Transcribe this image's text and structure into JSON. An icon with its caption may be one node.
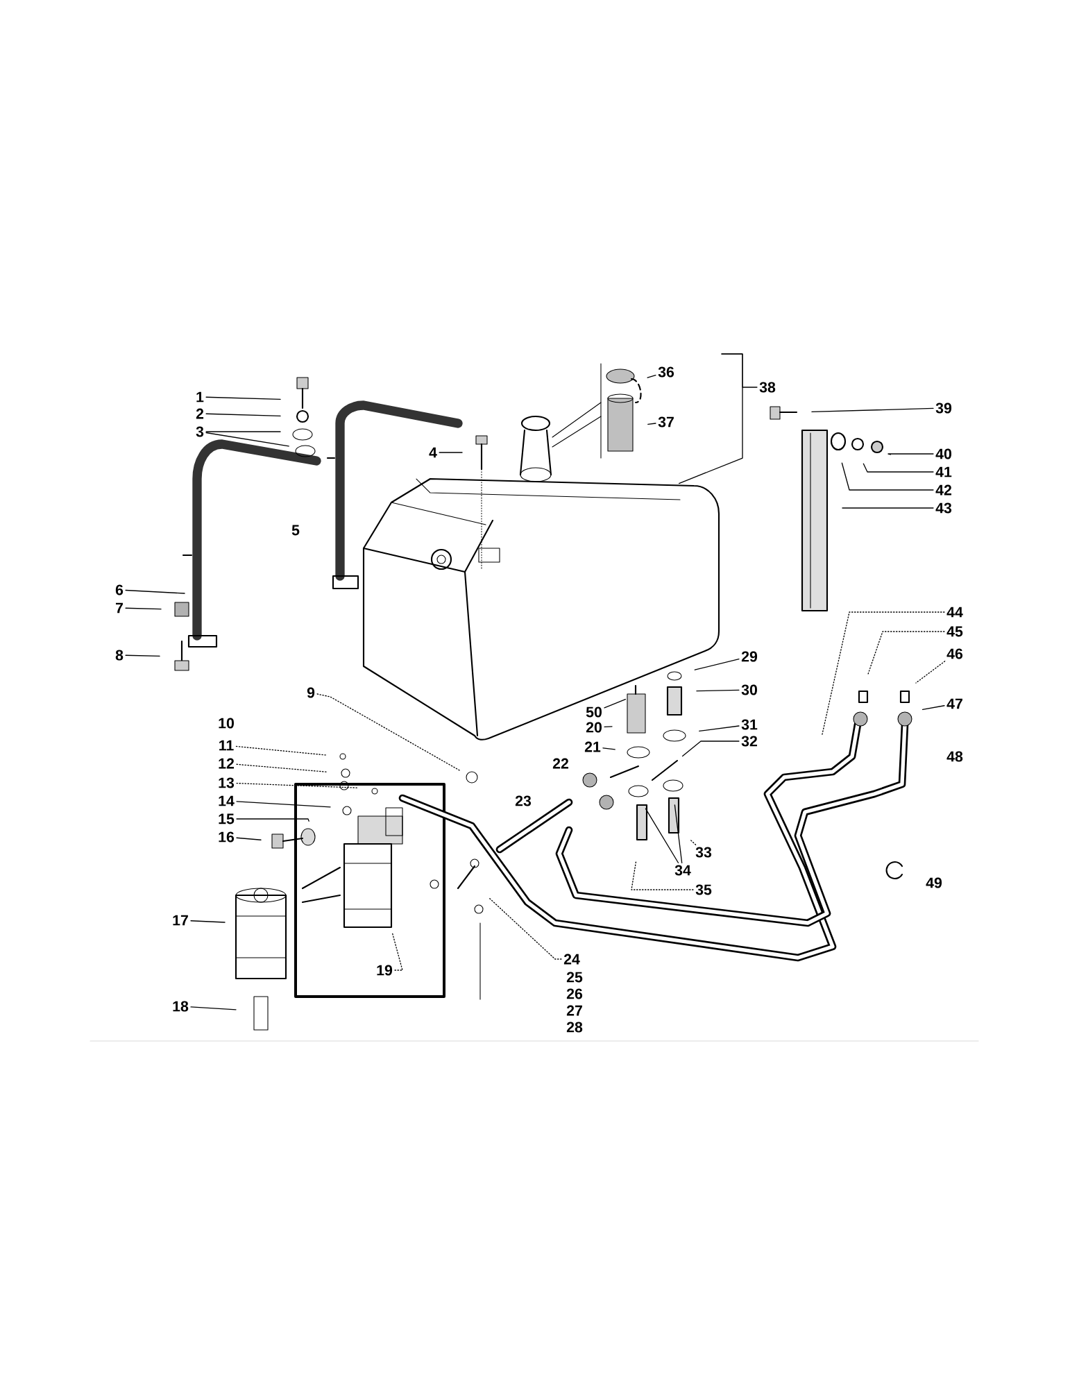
{
  "diagram": {
    "nodes": [
      {
        "text": [
          "1"
        ]
      },
      {
        "text": [
          "2"
        ]
      },
      {
        "text": [
          "3"
        ]
      },
      {
        "text": [
          "4"
        ]
      },
      {
        "text": [
          "6"
        ]
      },
      {
        "text": [
          "7"
        ]
      },
      {
        "text": [
          "8"
        ]
      },
      {
        "text": [
          "9"
        ]
      },
      {
        "text": [
          "11"
        ]
      },
      {
        "text": [
          "12"
        ]
      },
      {
        "text": [
          "13"
        ]
      },
      {
        "text": [
          "14"
        ]
      },
      {
        "text": [
          "15"
        ]
      },
      {
        "text": [
          "16"
        ]
      },
      {
        "text": [
          "17"
        ]
      },
      {
        "text": [
          "18"
        ]
      },
      {
        "text": [
          "19"
        ]
      },
      {
        "text": [
          "20"
        ]
      },
      {
        "text": [
          "21"
        ]
      },
      {
        "text": [
          "24"
        ]
      },
      {
        "text": [
          "29"
        ]
      },
      {
        "text": [
          "30"
        ]
      },
      {
        "text": [
          "31"
        ]
      },
      {
        "text": [
          "32"
        ]
      },
      {
        "text": [
          "33"
        ]
      },
      {
        "text": [
          "34"
        ]
      },
      {
        "text": [
          "35"
        ]
      },
      {
        "text": [
          "36"
        ]
      },
      {
        "text": [
          "37"
        ]
      },
      {
        "text": [
          "38"
        ]
      },
      {
        "text": [
          "39"
        ]
      },
      {
        "text": [
          "40"
        ]
      },
      {
        "text": [
          "41"
        ]
      },
      {
        "text": [
          "42"
        ]
      },
      {
        "text": [
          "43"
        ]
      },
      {
        "text": [
          "44"
        ]
      },
      {
        "text": [
          "45"
        ]
      },
      {
        "text": [
          "46"
        ]
      },
      {
        "text": [
          "47"
        ]
      },
      {
        "text": [
          "50"
        ]
      }
    ],
    "edges": [
      {
        "from": 0,
        "to": null,
        "arrow": "none"
      },
      {
        "from": 1,
        "to": null,
        "arrow": "none"
      },
      {
        "from": 2,
        "to": null,
        "arrow": "none"
      },
      {
        "from": 2,
        "to": null,
        "arrow": "none"
      },
      {
        "from": 3,
        "to": null,
        "arrow": "none"
      },
      {
        "from": 4,
        "to": null,
        "arrow": "none"
      },
      {
        "from": 5,
        "to": null,
        "arrow": "none"
      },
      {
        "from": 6,
        "to": null,
        "arrow": "none"
      },
      {
        "from": 7,
        "to": null,
        "arrow": "none",
        "style": "dashed"
      },
      {
        "from": 8,
        "to": null,
        "arrow": "none",
        "style": "dashed"
      },
      {
        "from": 9,
        "to": null,
        "arrow": "none",
        "style": "dashed"
      },
      {
        "from": 10,
        "to": null,
        "arrow": "none",
        "style": "dashed"
      },
      {
        "from": 11,
        "to": null,
        "arrow": "none"
      },
      {
        "from": 12,
        "to": null,
        "arrow": "none"
      },
      {
        "from": 13,
        "to": null,
        "arrow": "none"
      },
      {
        "from": 14,
        "to": null,
        "arrow": "none"
      },
      {
        "from": 15,
        "to": null,
        "arrow": "none"
      },
      {
        "from": 16,
        "to": null,
        "arrow": "none",
        "style": "dashed"
      },
      {
        "from": 17,
        "to": null,
        "arrow": "none"
      },
      {
        "from": 18,
        "to": null,
        "arrow": "none"
      },
      {
        "from": 19,
        "to": null,
        "arrow": "none",
        "style": "dashed"
      },
      {
        "from": 20,
        "to": null,
        "arrow": "none"
      },
      {
        "from": 21,
        "to": null,
        "arrow": "none"
      },
      {
        "from": 22,
        "to": null,
        "arrow": "none"
      },
      {
        "from": 23,
        "to": null,
        "arrow": "none"
      },
      {
        "from": 24,
        "to": null,
        "arrow": "none",
        "style": "dashed"
      },
      {
        "from": 25,
        "to": null,
        "arrow": "none"
      },
      {
        "from": 25,
        "to": null,
        "arrow": "none"
      },
      {
        "from": 26,
        "to": null,
        "arrow": "none",
        "style": "dashed"
      },
      {
        "from": 27,
        "to": null,
        "arrow": "none"
      },
      {
        "from": 28,
        "to": null,
        "arrow": "none"
      },
      {
        "from": 29,
        "to": null,
        "arrow": "none"
      },
      {
        "from": 30,
        "to": null,
        "arrow": "none"
      },
      {
        "from": 31,
        "to": null,
        "arrow": "none"
      },
      {
        "from": 32,
        "to": null,
        "arrow": "none"
      },
      {
        "from": 33,
        "to": null,
        "arrow": "none"
      },
      {
        "from": 34,
        "to": null,
        "arrow": "none"
      },
      {
        "from": 35,
        "to": null,
        "arrow": "none",
        "style": "dashed"
      },
      {
        "from": 36,
        "to": null,
        "arrow": "none",
        "style": "dashed"
      },
      {
        "from": 37,
        "to": null,
        "arrow": "none",
        "style": "dashed"
      },
      {
        "from": 38,
        "to": null,
        "arrow": "none"
      },
      {
        "from": 39,
        "to": null,
        "arrow": "none"
      }
    ],
    "labels": [
      "5",
      "10",
      "22",
      "23",
      "25",
      "26",
      "27",
      "28",
      "48",
      "49"
    ]
  }
}
